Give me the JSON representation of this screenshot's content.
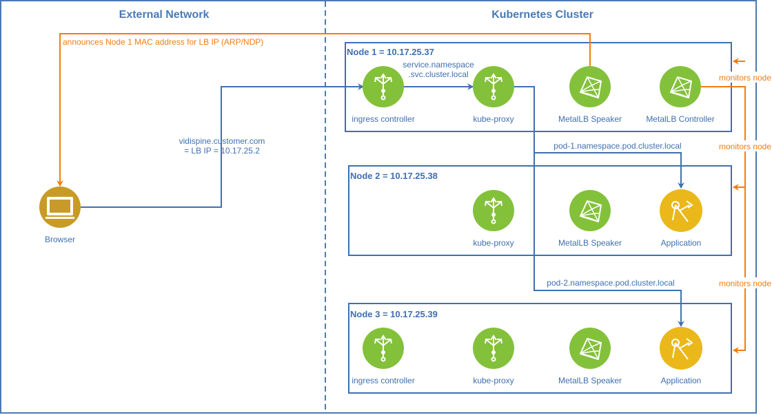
{
  "zones": {
    "external": "External Network",
    "cluster": "Kubernetes Cluster"
  },
  "nodes": {
    "node1": "Node 1 = 10.17.25.37",
    "node2": "Node 2 = 10.17.25.38",
    "node3": "Node 3 = 10.17.25.39"
  },
  "components": {
    "ingress": "ingress controller",
    "kube_proxy": "kube-proxy",
    "speaker": "MetalLB Speaker",
    "controller": "MetalLB Controller",
    "application": "Application",
    "browser": "Browser"
  },
  "edges": {
    "announce": "announces Node 1 MAC address for LB IP (ARP/NDP)",
    "service_line1": "service.namespace",
    "service_line2": ".svc.cluster.local",
    "dns_line1": "vidispine.customer.com",
    "dns_line2": "= LB IP = 10.17.25.2",
    "pod1": "pod-1.namespace.pod.cluster.local",
    "pod2": "pod-2.namespace.pod.cluster.local",
    "monitors": "monitors node"
  },
  "colors": {
    "blue": "#3f6fb0",
    "orange": "#f07d0f",
    "green": "#84c13b",
    "yellow": "#eab81a",
    "browser": "#c89a28"
  }
}
